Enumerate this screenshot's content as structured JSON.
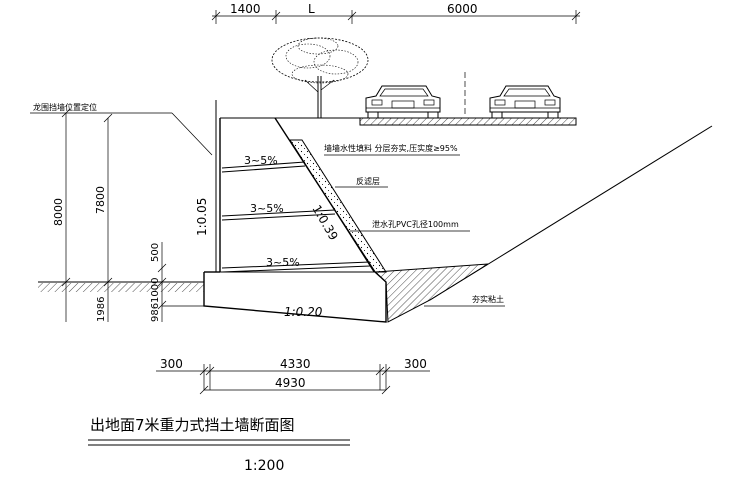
{
  "top_dims": {
    "d1400": "1400",
    "dL": "L",
    "d6000": "6000"
  },
  "labels": {
    "wall_position": "龙围挡墙位置定位",
    "backfill": "墙墙水性填料 分层夯实,压实度≥95%",
    "filter_layer": "反滤层",
    "drain_hole": "泄水孔PVC孔径100mm",
    "rammed_clay": "夯实粘土",
    "slope_1": "3~5%",
    "slope_2": "3~5%",
    "slope_3": "3~5%",
    "ratio_front": "1:0.05",
    "ratio_back": "1:0.39",
    "ratio_base": "1:0.20"
  },
  "side_dims": {
    "d8000": "8000",
    "d7800": "7800",
    "d500": "500",
    "d1986": "1986",
    "d986": "986",
    "d1000": "1000"
  },
  "bottom_dims": {
    "d300a": "300",
    "d4330": "4330",
    "d300b": "300",
    "d4930": "4930"
  },
  "title": "出地面7米重力式挡土墙断面图",
  "scale": "1:200"
}
